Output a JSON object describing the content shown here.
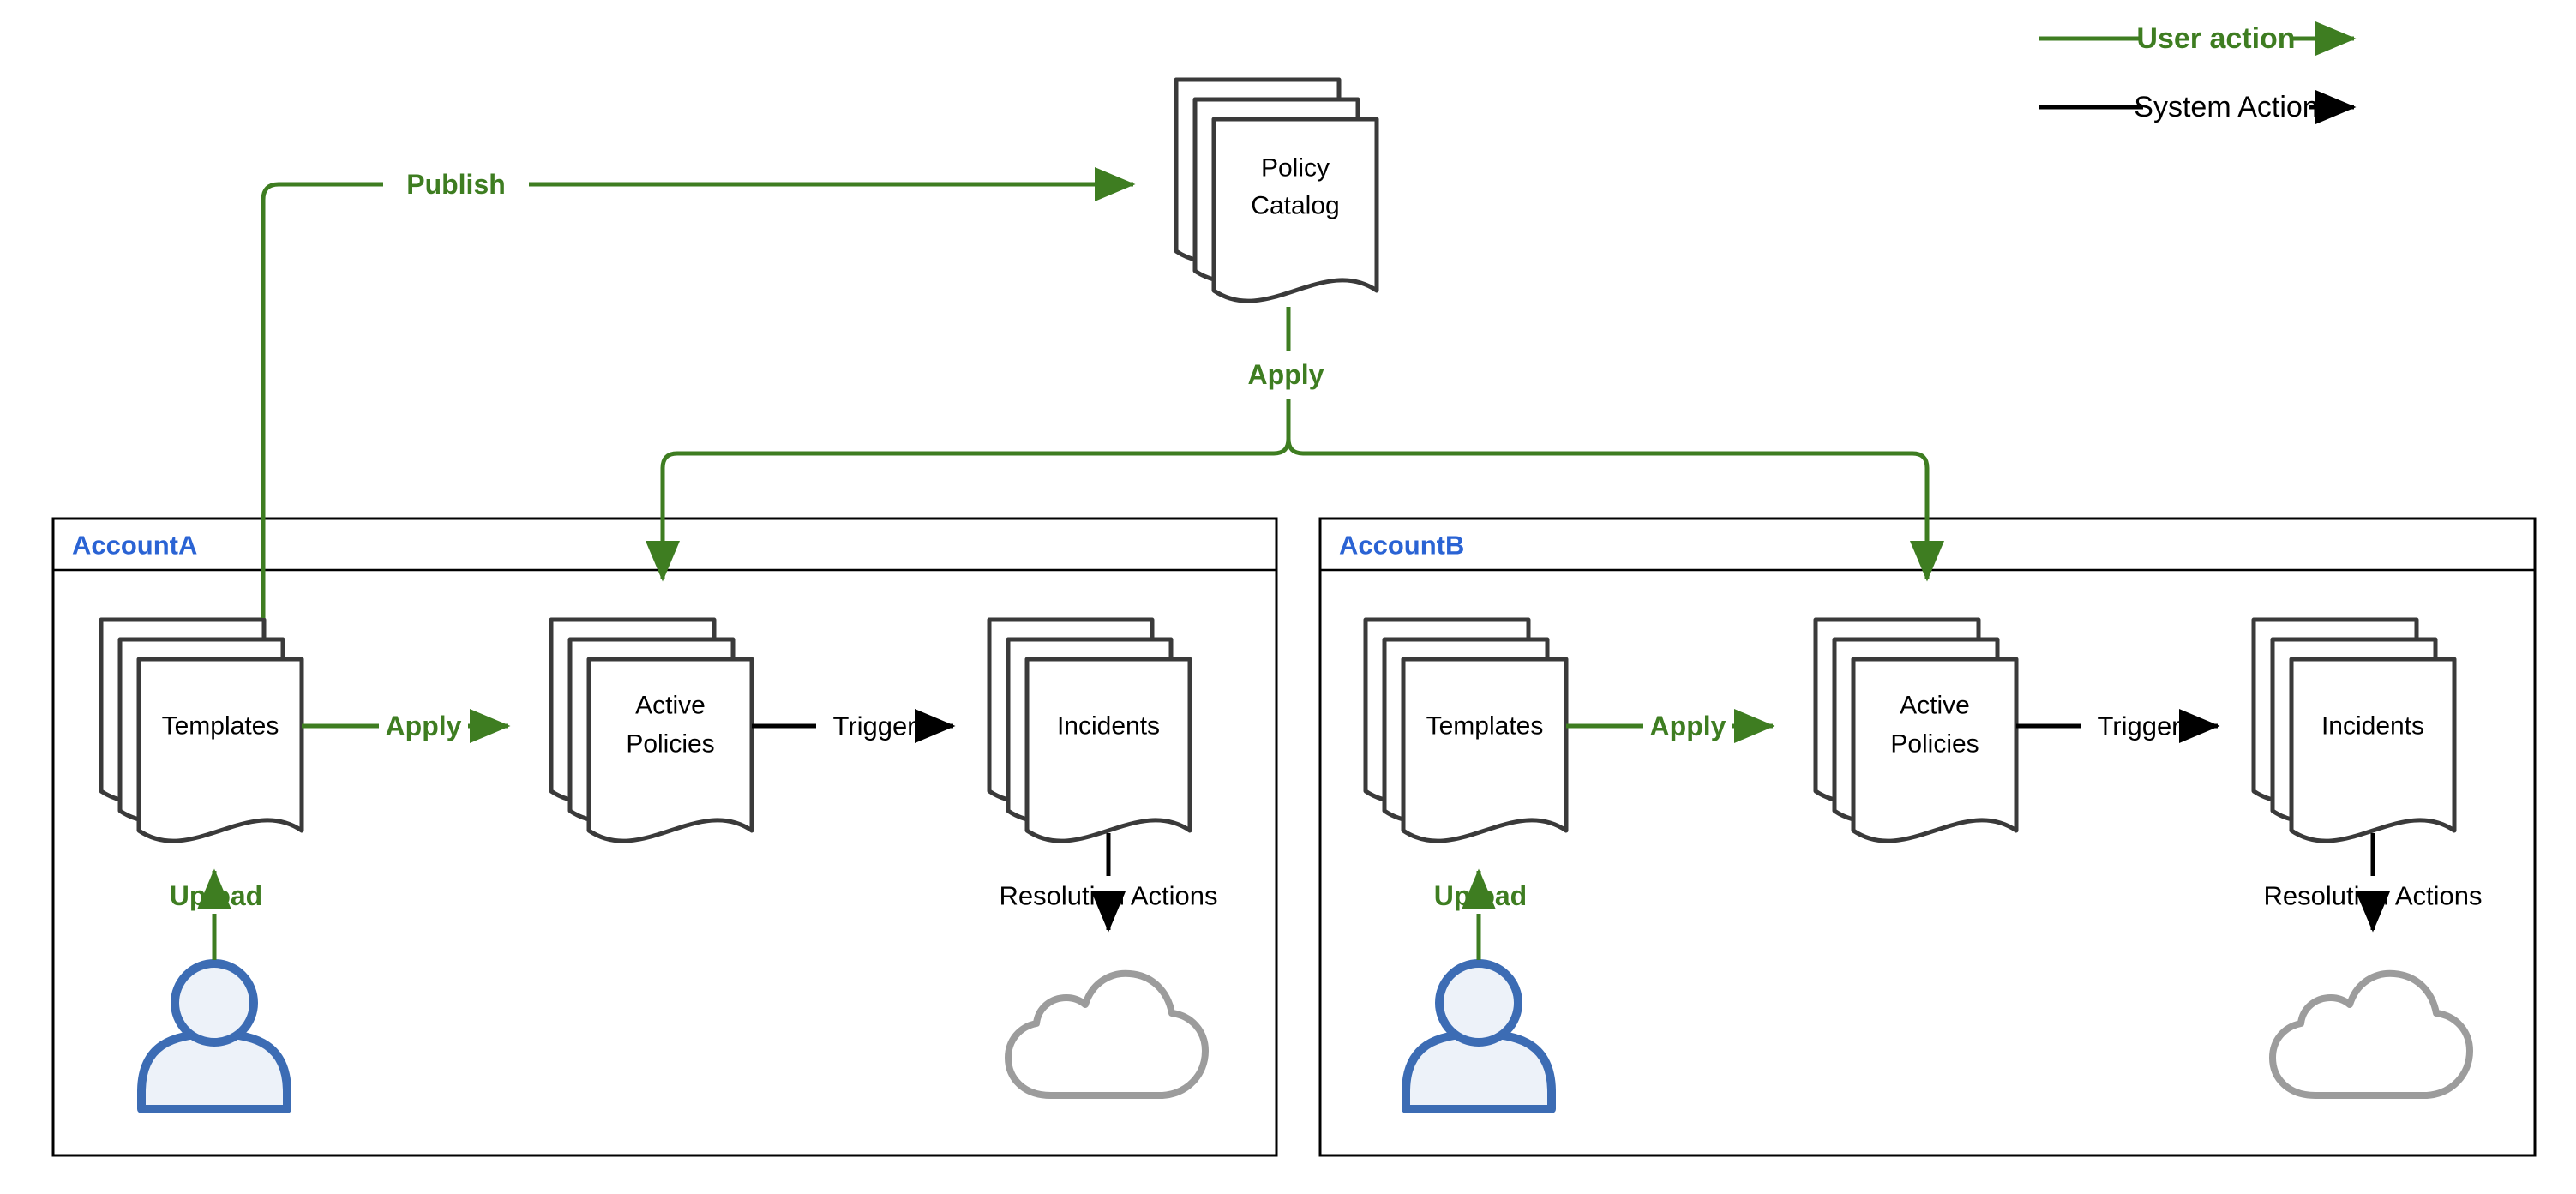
{
  "colors": {
    "user_action_green": "#3e7d21",
    "system_action_black": "#000000",
    "document_border": "#3a3a3a",
    "account_label_blue": "#2a63d4",
    "person_stroke_blue": "#3c6cb4",
    "person_fill": "#edf2f9",
    "cloud_gray": "#9c9c9c"
  },
  "legend": {
    "user_action_label": "User action",
    "system_action_label": "System Action"
  },
  "policy_catalog": {
    "label_line1": "Policy",
    "label_line2": "Catalog"
  },
  "flows": {
    "publish_label": "Publish",
    "apply_catalog_label": "Apply"
  },
  "accounts": [
    {
      "name": "AccountA",
      "templates_label": "Templates",
      "upload_label": "Upload",
      "apply_label": "Apply",
      "active_policies_line1": "Active",
      "active_policies_line2": "Policies",
      "trigger_label": "Trigger",
      "incidents_label": "Incidents",
      "resolution_actions_label": "Resolution Actions"
    },
    {
      "name": "AccountB",
      "templates_label": "Templates",
      "upload_label": "Upload",
      "apply_label": "Apply",
      "active_policies_line1": "Active",
      "active_policies_line2": "Policies",
      "trigger_label": "Trigger",
      "incidents_label": "Incidents",
      "resolution_actions_label": "Resolution Actions"
    }
  ]
}
